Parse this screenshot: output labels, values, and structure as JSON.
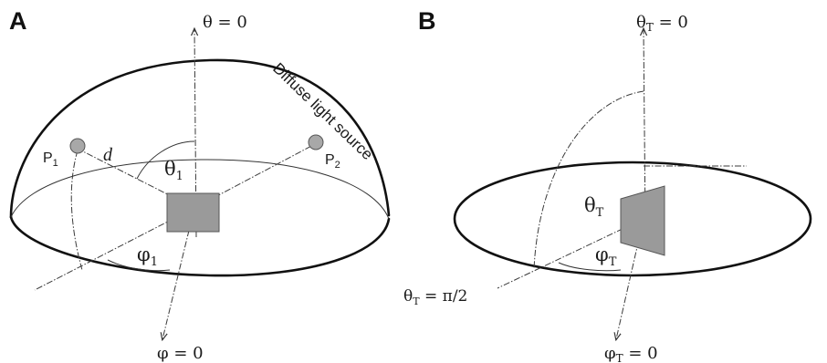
{
  "panel_a": {
    "letter": "A",
    "axis_top": "θ = 0",
    "axis_bottom": "φ = 0",
    "source_label": "Diffuse light source",
    "point_1": "P",
    "point_1_sub": "1",
    "point_2": "P",
    "point_2_sub": "2",
    "distance": "d",
    "theta_1": "θ",
    "theta_1_sub": "1",
    "phi_1": "φ",
    "phi_1_sub": "1"
  },
  "panel_b": {
    "letter": "B",
    "axis_top": "θ",
    "axis_top_sub": "T",
    "axis_top_value": " = 0",
    "axis_bottom": "φ",
    "axis_bottom_sub": "T",
    "axis_bottom_value": " = 0",
    "theta_t": "θ",
    "theta_t_sub": "T",
    "phi_t": "φ",
    "phi_t_sub": "T",
    "horizon": "θ",
    "horizon_sub": "T",
    "horizon_value": " = π/2"
  },
  "colors": {
    "ink": "#111111",
    "gray_fill": "#9a9a9a",
    "point_fill": "#a8a8a8"
  }
}
